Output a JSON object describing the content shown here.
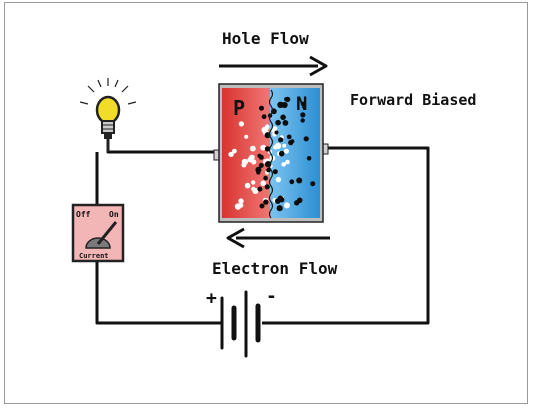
{
  "labels": {
    "hole_flow": "Hole Flow",
    "electron_flow": "Electron Flow",
    "forward_biased": "Forward Biased",
    "p_region": "P",
    "n_region": "N",
    "battery_plus": "+",
    "battery_minus": "-",
    "switch_off": "Off",
    "switch_on": "On",
    "switch_caption": "Current"
  },
  "colors": {
    "p_region": "#e2403f",
    "n_region": "#3aa0e0",
    "wire": "#111111",
    "bulb": "#f2dc2a",
    "switch_panel": "#f3b6b6",
    "frame": "#9a9a9a"
  }
}
